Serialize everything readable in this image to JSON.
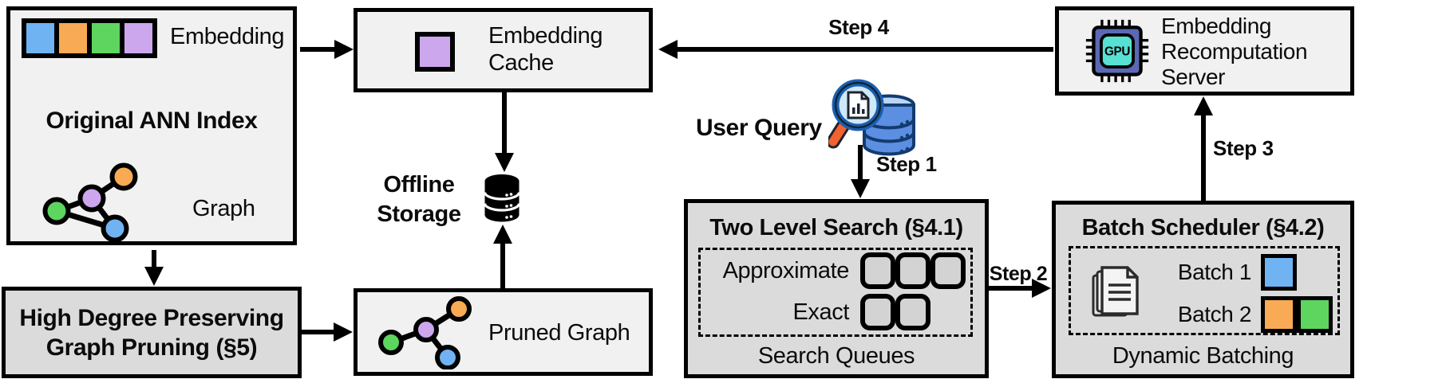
{
  "figure": {
    "ann_index": {
      "title": "Original ANN Index",
      "embedding_label": "Embedding",
      "graph_label": "Graph"
    },
    "pruning": {
      "line1": "High Degree Preserving",
      "line2": "Graph Pruning (§5)"
    },
    "cache": {
      "line1": "Embedding",
      "line2": "Cache"
    },
    "storage": {
      "line1": "Offline",
      "line2": "Storage"
    },
    "pruned": {
      "label": "Pruned Graph"
    },
    "query": {
      "label": "User Query"
    },
    "search": {
      "title": "Two Level Search (§4.1)",
      "approximate_label": "Approximate",
      "exact_label": "Exact",
      "caption": "Search Queues",
      "approximate_queue_count": 3,
      "exact_queue_count": 2
    },
    "scheduler": {
      "title": "Batch Scheduler (§4.2)",
      "batch1_label": "Batch 1",
      "batch2_label": "Batch 2",
      "caption": "Dynamic Batching",
      "batch1_colors": [
        "blue"
      ],
      "batch2_colors": [
        "orange",
        "green"
      ]
    },
    "server": {
      "line1": "Embedding",
      "line2": "Recomputation",
      "line3": "Server",
      "gpu_label": "GPU"
    },
    "steps": {
      "s1": "Step 1",
      "s2": "Step 2",
      "s3": "Step 3",
      "s4": "Step 4"
    },
    "colors": {
      "node_blue": "#6fb3f3",
      "node_orange": "#f8ab54",
      "node_green": "#5dd55e",
      "node_purple": "#cda7ed",
      "box_light": "#f1f1f1",
      "box_dark": "#dbdbdb",
      "gpu_body": "#5b69b5",
      "gpu_core": "#58e0d2",
      "query_db": "#5c8fe2",
      "query_db_top": "#b9d7f5",
      "query_lens": "#cfe9f8",
      "query_rim": "#1b5fae",
      "query_handle": "#f2622e"
    }
  }
}
